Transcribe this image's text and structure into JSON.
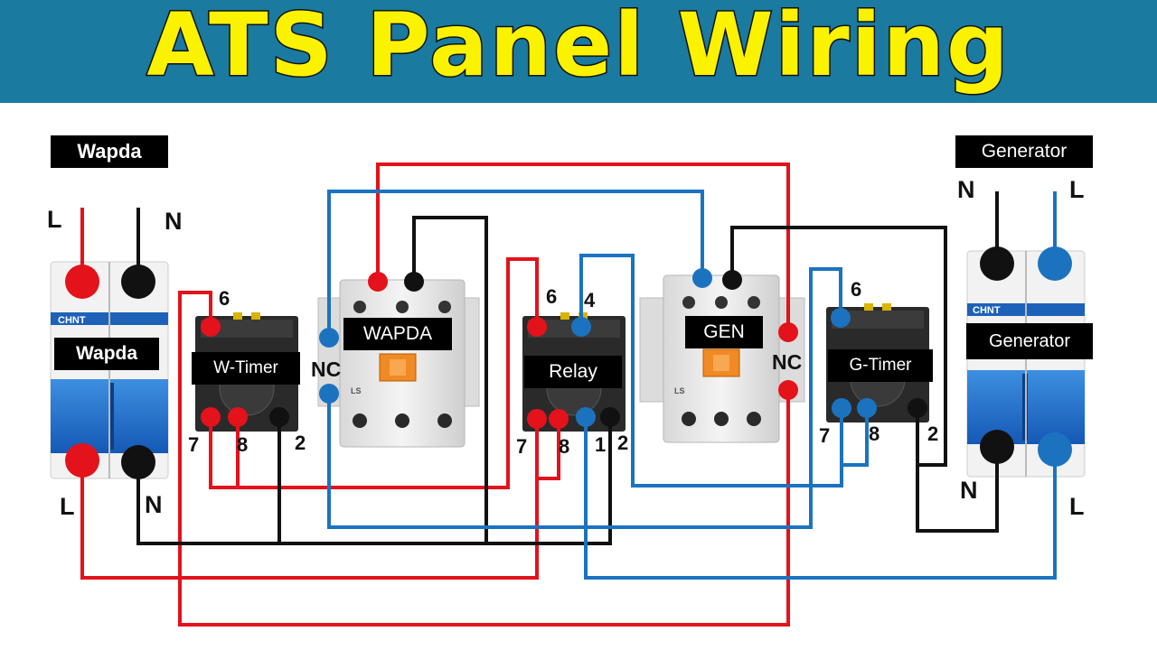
{
  "banner": {
    "title": "ATS Panel Wiring",
    "bg_color": "#1a7aa0",
    "text_color": "#fbf200"
  },
  "wire_colors": {
    "live": "#e3121b",
    "neutral": "#111111",
    "control": "#1b73c0"
  },
  "wapda_source": {
    "header": "Wapda",
    "breaker_label": "Wapda",
    "brand": "CHNT",
    "top_L": "L",
    "top_N": "N",
    "bottom_L": "L",
    "bottom_N": "N"
  },
  "generator_source": {
    "header": "Generator",
    "breaker_label": "Generator",
    "brand": "CHNT",
    "top_N": "N",
    "top_L": "L",
    "bottom_N": "N",
    "bottom_L": "L"
  },
  "w_timer": {
    "label": "W-Timer",
    "t6": "6",
    "t7": "7",
    "t8": "8",
    "t2": "2"
  },
  "wapda_contactor": {
    "label": "WAPDA",
    "nc": "NC"
  },
  "relay": {
    "label": "Relay",
    "t6": "6",
    "t4": "4",
    "t7": "7",
    "t8": "8",
    "t1": "1",
    "t2": "2"
  },
  "gen_contactor": {
    "label": "GEN",
    "nc": "NC"
  },
  "g_timer": {
    "label": "G-Timer",
    "t6": "6",
    "t7": "7",
    "t8": "8",
    "t2": "2"
  }
}
